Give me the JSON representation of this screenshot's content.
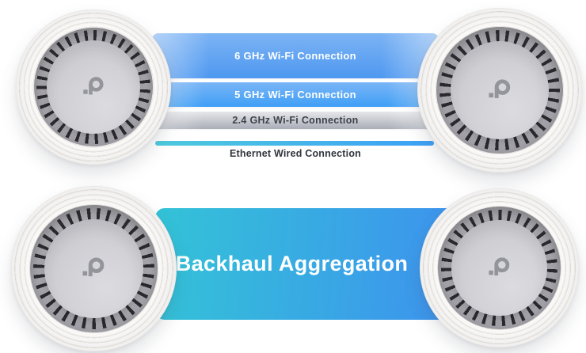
{
  "diagram": {
    "type": "mesh-wifi-backhaul-illustration",
    "connections": [
      {
        "id": "6ghz",
        "label": "6 GHz Wi-Fi Connection",
        "style": "wide-blue-band",
        "text_color": "#ffffff"
      },
      {
        "id": "5ghz",
        "label": "5 GHz Wi-Fi Connection",
        "style": "medium-blue-band",
        "text_color": "#ffffff"
      },
      {
        "id": "24ghz",
        "label": "2.4 GHz Wi-Fi Connection",
        "style": "gray-band",
        "text_color": "#3d434b"
      },
      {
        "id": "ethernet",
        "label": "Ethernet Wired Connection",
        "style": "thin-cyan-line",
        "text_color": "#30353c"
      }
    ],
    "aggregation": {
      "label": "Backhaul Aggregation",
      "text_color": "#ffffff"
    },
    "devices": [
      {
        "name": "deco-unit-top-left",
        "logo": "tp-link-logo"
      },
      {
        "name": "deco-unit-top-right",
        "logo": "tp-link-logo"
      },
      {
        "name": "deco-unit-bottom-left",
        "logo": "tp-link-logo"
      },
      {
        "name": "deco-unit-bottom-right",
        "logo": "tp-link-logo"
      }
    ],
    "colors": {
      "band_blue_top": "#7cb3f4",
      "band_blue_bottom": "#4e98f0",
      "band5_top": "#7ab5f6",
      "band5_bottom": "#3f9ff6",
      "band_gray_top": "#e6e7ea",
      "band_gray_bottom": "#a9adb6",
      "ethernet_left": "#4ecadd",
      "ethernet_right": "#3da0f6",
      "backhaul_left": "#33c3d7",
      "backhaul_right": "#3e8ef0"
    }
  }
}
